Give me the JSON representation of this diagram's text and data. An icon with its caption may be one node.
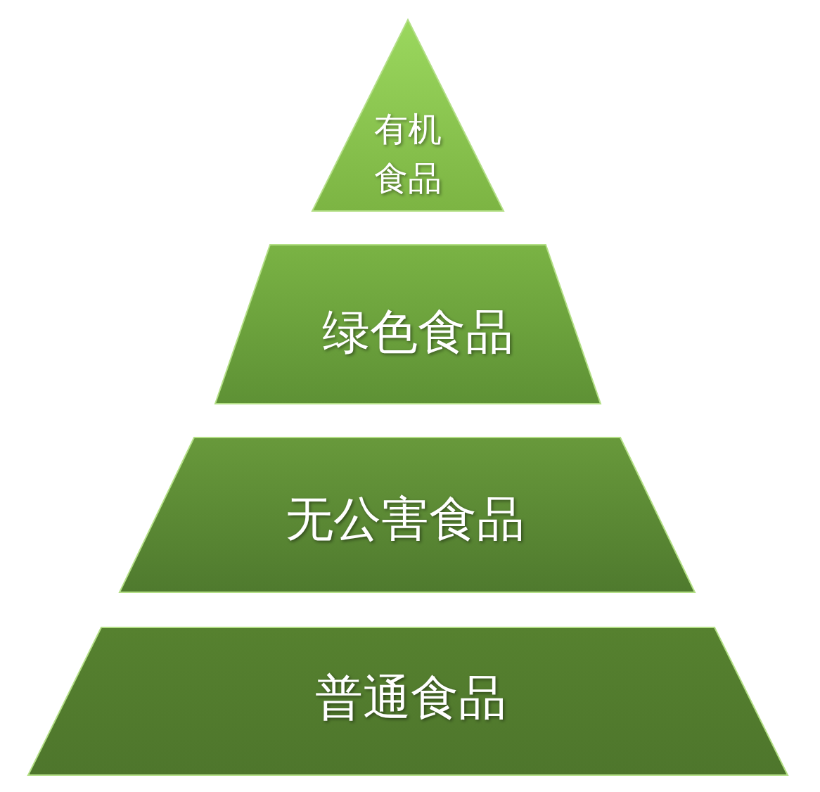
{
  "diagram": {
    "nodes": [
      {
        "text": [
          "有机食品"
        ]
      },
      {
        "text": [
          "绿色食品"
        ]
      },
      {
        "text": [
          "无公害食品"
        ]
      },
      {
        "text": [
          "普通食品"
        ]
      }
    ]
  }
}
